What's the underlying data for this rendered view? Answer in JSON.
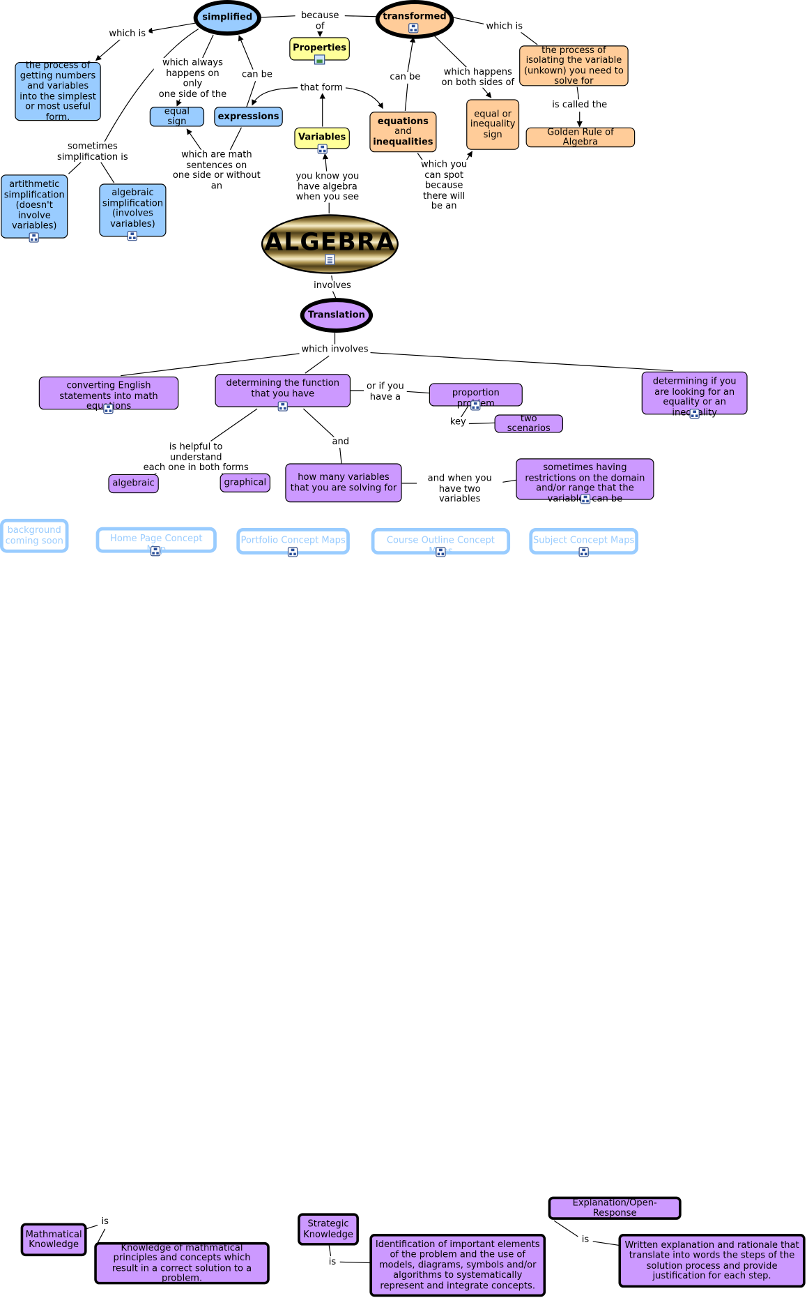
{
  "nodes": {
    "simplified": "simplified",
    "transformed": "transformed",
    "properties": "Properties",
    "process_simplest": "the process of getting numbers and variables into the simplest or most useful form.",
    "equal_sign": "equal sign",
    "expressions": "expressions",
    "variables": "Variables",
    "equations_top": "equations",
    "equations_and": "and",
    "equations_bottom": "inequalities",
    "equal_or_inequality": "equal or inequality sign",
    "process_isolating": "the process of isolating the variable (unkown) you need to solve for",
    "golden_rule": "Golden Rule of Algebra",
    "arithmetic": "artithmetic simplification (doesn't involve variables)",
    "algebraic_simplification": "algebraic simplification (involves variables)",
    "algebra": "ALGEBRA",
    "translation": "Translation",
    "converting": "converting English statements into math equations",
    "determining_function": "determining the function that you have",
    "proportion": "proportion problem",
    "two_scenarios": "two scenarios",
    "determining_equality": "determining if you are looking for an equality or an inequality",
    "algebraic": "algebraic",
    "graphical": "graphical",
    "how_many_variables": "how many variables that you are solving for",
    "restrictions": "sometimes having restrictions on the domain and/or range that the variables can be",
    "math_knowledge": "Mathmatical Knowledge",
    "math_knowledge_desc": "Knowledge of mathmatical principles and concepts which result in a correct solution to a problem.",
    "strategic": "Strategic Knowledge",
    "strategic_desc": "Identification of important elements of the problem and the use of models, diagrams, symbols and/or algorithms to systematically represent and integrate concepts.",
    "explanation": "Explanation/Open-Response",
    "explanation_desc": "Written explanation and rationale that translate into words the steps of the solution process and provide justification for each step."
  },
  "links": {
    "because_of": "because of",
    "which_is_left": "which is",
    "which_is_right": "which is",
    "which_always": "which always\nhappens on only\none side of the",
    "can_be_left": "can be",
    "that_form": "that form",
    "can_be_right": "can be",
    "which_happens": "which happens\non both sides of",
    "is_called_the": "is called the",
    "sometimes": "sometimes\nsimplification is",
    "which_are_math": "which are math\nsentences on\none side or without\nan",
    "you_know": "you know you\nhave algebra\nwhen you see",
    "which_you_can_spot": "which you\ncan spot\nbecause\nthere will\nbe an",
    "involves": "involves",
    "which_involves": "which involves",
    "or_if_you": "or if you\nhave a",
    "key": "key",
    "is_helpful": "is helpful to understand\neach one in both forms",
    "and": "and",
    "and_when": "and when you\nhave two variables",
    "is_1": "is",
    "is_2": "is",
    "is_3": "is"
  },
  "nav": {
    "background": "background coming soon",
    "home": "Home Page Concept Map",
    "portfolio": "Portfolio Concept Maps",
    "course": "Course Outline Concept Maps",
    "subject": "Subject Concept Maps"
  },
  "colors": {
    "blue_node": "#99ccff",
    "orange_node": "#ffcc99",
    "yellow_node": "#ffff99",
    "purple_node": "#cc99ff",
    "nav_border": "#99ccff"
  },
  "icons": {
    "concept_map": "concept-map-icon",
    "image": "image-icon",
    "document": "document-icon"
  }
}
